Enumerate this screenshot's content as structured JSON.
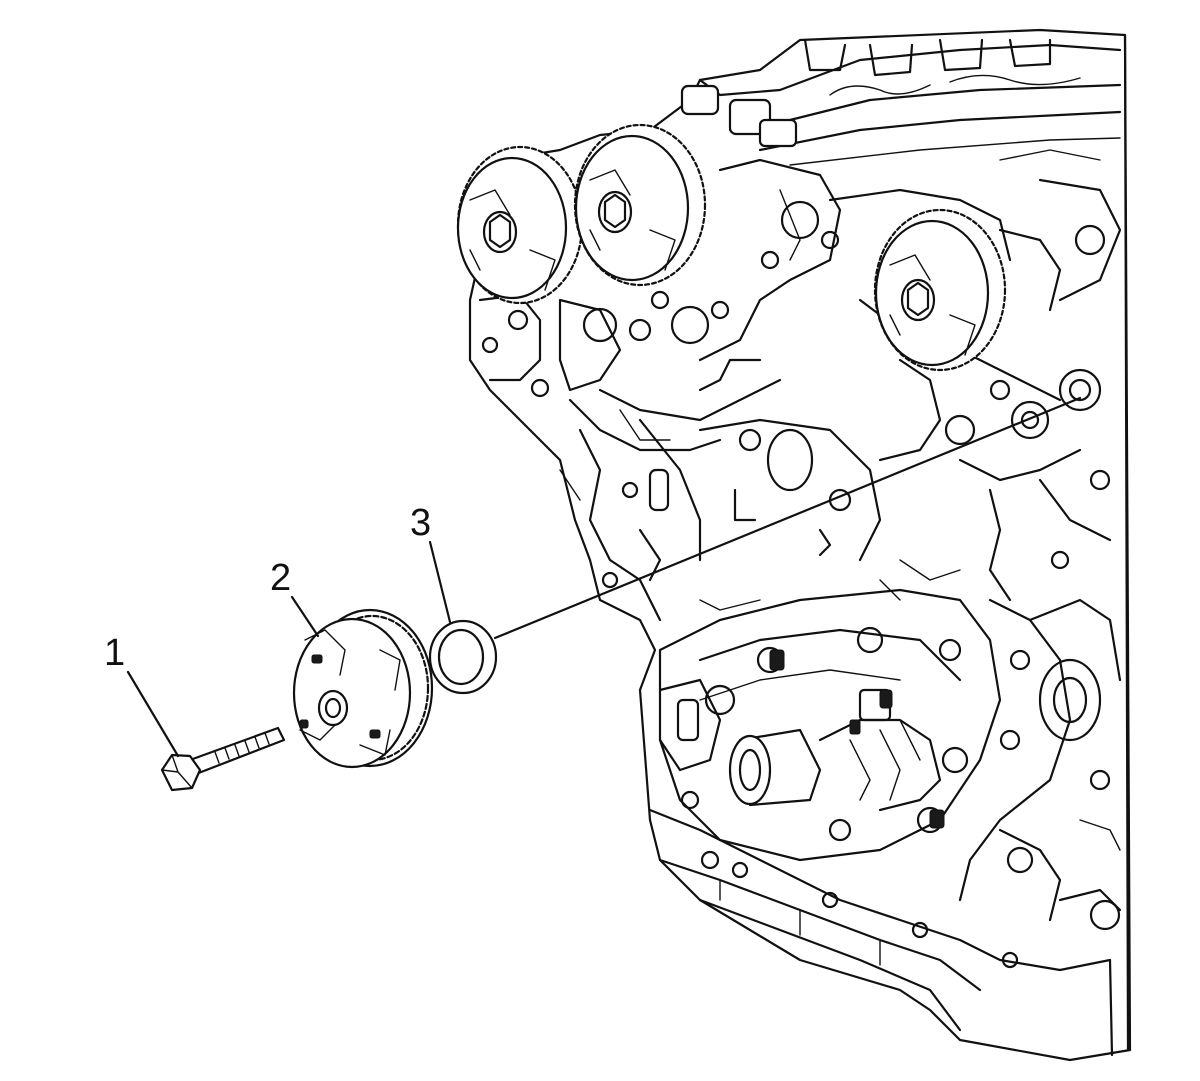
{
  "diagram": {
    "callouts": [
      {
        "label": "1",
        "part": "bolt"
      },
      {
        "label": "2",
        "part": "camshaft-sprocket"
      },
      {
        "label": "3",
        "part": "washer"
      }
    ],
    "colors": {
      "line": "#111111",
      "background": "#ffffff"
    }
  }
}
